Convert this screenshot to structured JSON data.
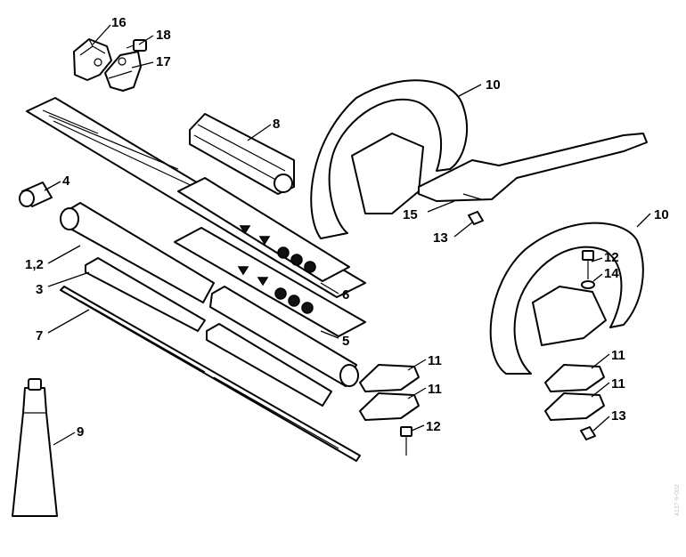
{
  "callouts": {
    "c16": "16",
    "c18": "18",
    "c17": "17",
    "c8": "8",
    "c10a": "10",
    "c10b": "10",
    "c4": "4",
    "c12_2": "1,2",
    "c3": "3",
    "c7": "7",
    "c6": "6",
    "c5": "5",
    "c15": "15",
    "c13a": "13",
    "c12a": "12",
    "c14": "14",
    "c11a": "11",
    "c11b": "11",
    "c11c": "11",
    "c11d": "11",
    "c12b": "12",
    "c13b": "13",
    "c9": "9"
  },
  "watermark": "4137-9-002"
}
